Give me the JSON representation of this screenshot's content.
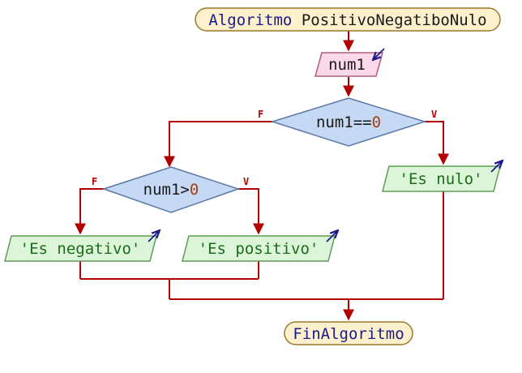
{
  "diagram": {
    "start": {
      "keyword": "Algoritmo",
      "name": "PositivoNegatiboNulo"
    },
    "input": {
      "text": "num1"
    },
    "decision1": {
      "var": "num1",
      "op": "==",
      "val": "0",
      "false_label": "F",
      "true_label": "V"
    },
    "decision2": {
      "var": "num1",
      "op": ">",
      "val": "0",
      "false_label": "F",
      "true_label": "V"
    },
    "output_nulo": {
      "text": "'Es nulo'"
    },
    "output_negativo": {
      "text": "'Es negativo'"
    },
    "output_positivo": {
      "text": "'Es positivo'"
    },
    "end": {
      "text": "FinAlgoritmo"
    }
  },
  "colors": {
    "line": "#b00000",
    "start_fill": "#fdf0cc",
    "start_stroke": "#9a7a2c",
    "input_fill": "#fbd9ea",
    "input_stroke": "#b0607a",
    "decision_fill": "#c5d8f4",
    "decision_stroke": "#5a78a8",
    "output_fill": "#dcf5d8",
    "output_stroke": "#5f9a59",
    "keyword_text": "#1a1a8c",
    "string_text": "#1a6b1a",
    "number_text": "#a84010",
    "io_arrow": "#1a1a8c"
  }
}
